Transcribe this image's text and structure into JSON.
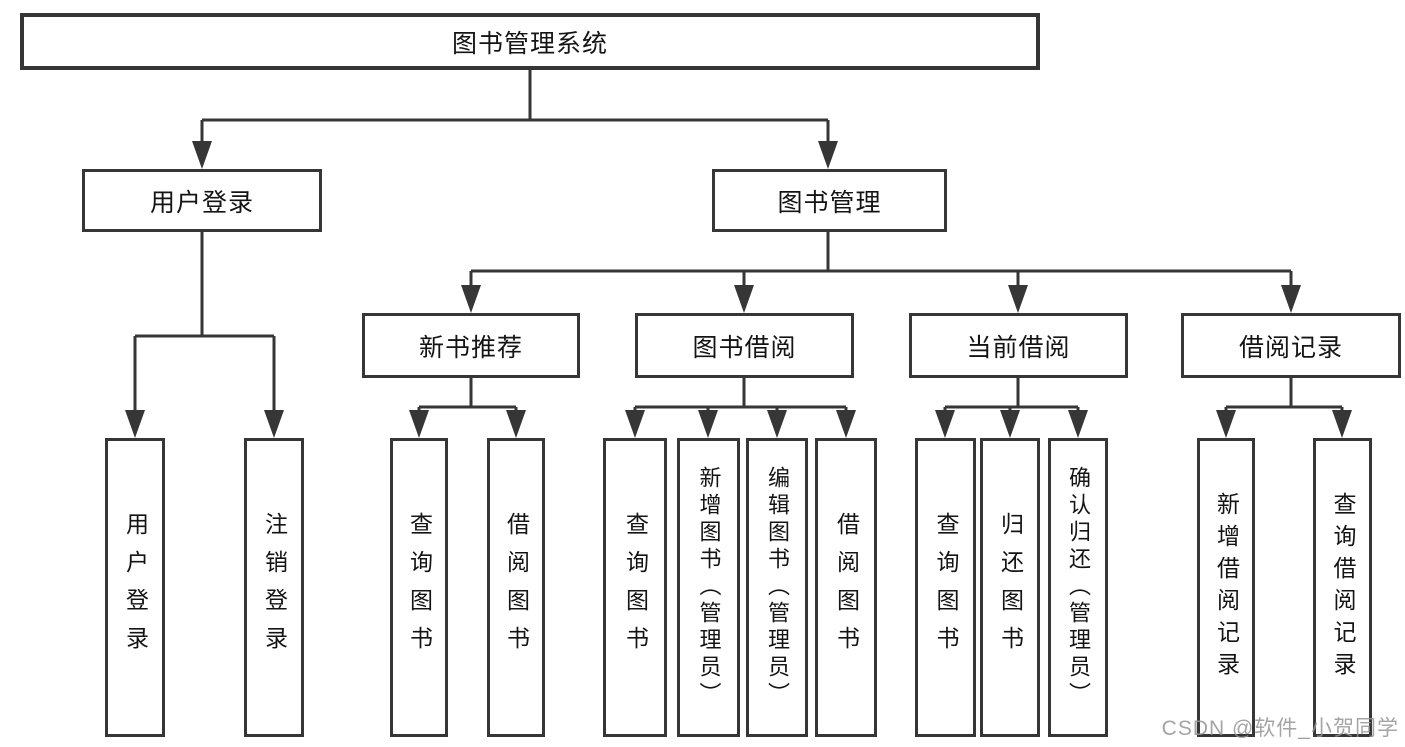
{
  "tree": {
    "root_label": "图书管理系统",
    "branches": [
      {
        "label": "用户登录",
        "children": [
          "用户登录",
          "注销登录"
        ]
      },
      {
        "label": "图书管理",
        "sections": [
          {
            "label": "新书推荐",
            "children": [
              "查询图书",
              "借阅图书"
            ]
          },
          {
            "label": "图书借阅",
            "children": [
              "查询图书",
              "新增图书（管理员）",
              "编辑图书（管理员）",
              "借阅图书"
            ]
          },
          {
            "label": "当前借阅",
            "children": [
              "查询图书",
              "归还图书",
              "确认归还（管理员）"
            ]
          },
          {
            "label": "借阅记录",
            "children": [
              "新增借阅记录",
              "查询借阅记录"
            ]
          }
        ]
      }
    ]
  },
  "watermark": "CSDN @软件_小贺同学",
  "colors": {
    "line": "#363636",
    "box_border": "#363636",
    "text": "#141414",
    "background": "#ffffff",
    "watermark": "#949494"
  }
}
